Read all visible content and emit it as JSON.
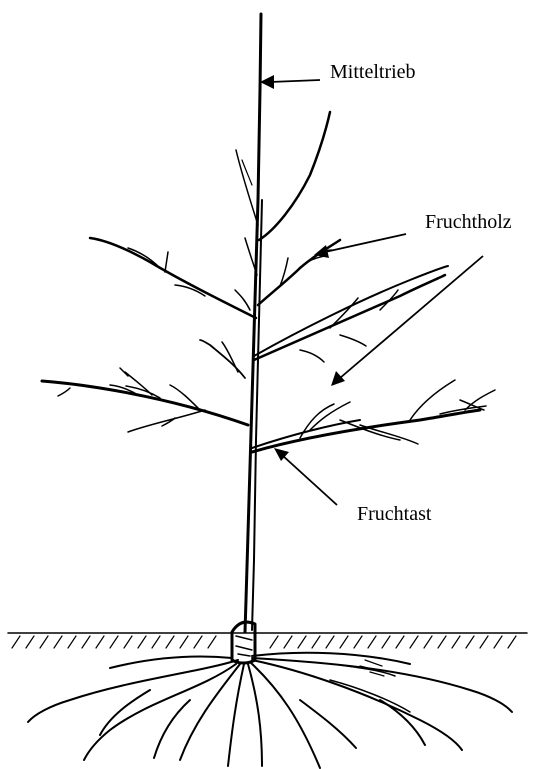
{
  "labels": {
    "leader": "Mitteltrieb",
    "fruit_wood": "Fruchtholz",
    "fruit_branch": "Fruchtast"
  },
  "colors": {
    "ink": "#000000",
    "background": "#ffffff"
  }
}
